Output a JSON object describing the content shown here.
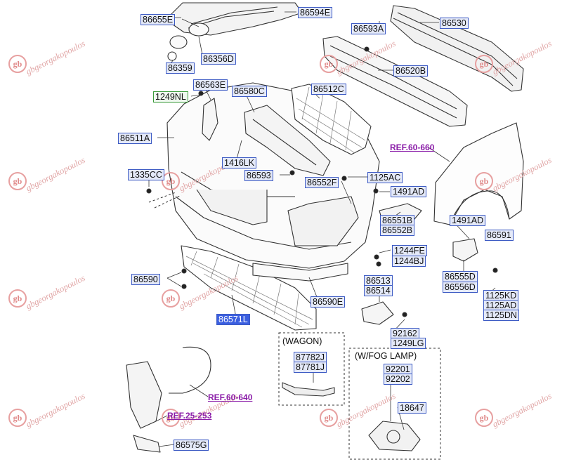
{
  "labels": {
    "p86655E": "86655E",
    "p86594E": "86594E",
    "p86593A": "86593A",
    "p86530": "86530",
    "p86356D": "86356D",
    "p86359": "86359",
    "p86520B": "86520B",
    "p86563E": "86563E",
    "p1249NL": "1249NL",
    "p86580C": "86580C",
    "p86512C": "86512C",
    "p86511A": "86511A",
    "p1416LK": "1416LK",
    "p1335CC": "1335CC",
    "p86593": "86593",
    "p1125AC": "1125AC",
    "p86552F": "86552F",
    "p1491AD_a": "1491AD",
    "p86551B": "86551B",
    "p86552B": "86552B",
    "p1491AD_b": "1491AD",
    "p86591": "86591",
    "p1244FE": "1244FE",
    "p1244BJ": "1244BJ",
    "p86590": "86590",
    "p86555D": "86555D",
    "p86556D": "86556D",
    "p86513": "86513",
    "p86514": "86514",
    "p1125KD": "1125KD",
    "p1125AD": "1125AD",
    "p1125DN": "1125DN",
    "p86590E": "86590E",
    "p86571L": "86571L",
    "p92162": "92162",
    "p1249LG": "1249LG",
    "p87782J": "87782J",
    "p87781J": "87781J",
    "p92201": "92201",
    "p92202": "92202",
    "p18647": "18647",
    "p86575G": "86575G"
  },
  "refs": {
    "r1": "REF.60-660",
    "r2": "REF.60-640",
    "r3": "REF.25-253"
  },
  "boxes": {
    "wagon": "(WAGON)",
    "foglamp": "(W/FOG LAMP)"
  },
  "watermark": {
    "text": "gbgeorgakopoulos",
    "logo": "gb"
  },
  "colors": {
    "label_fill": "#e4e9f8",
    "label_border": "#3d5bc4",
    "selected_label": "#3b5fe0",
    "ref_text": "#8a1ca8",
    "watermark": "#e1a6a6"
  }
}
